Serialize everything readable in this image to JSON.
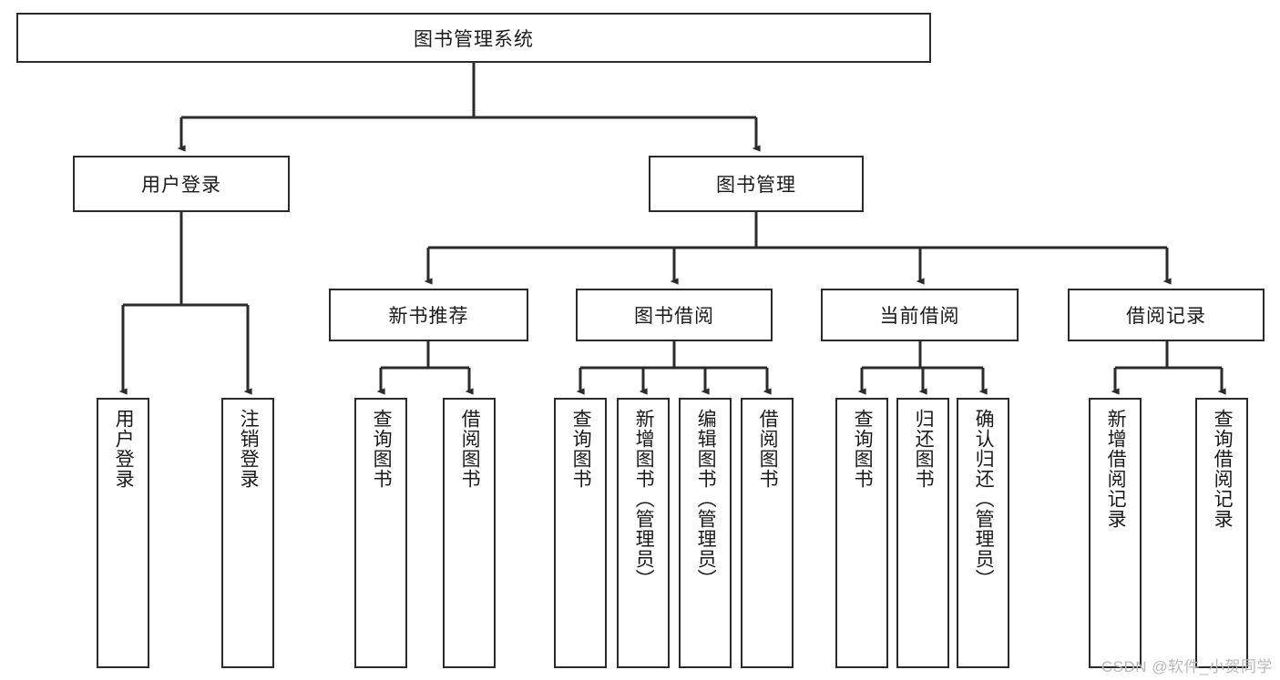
{
  "diagram": {
    "type": "tree-hierarchy",
    "title": "图书管理系统",
    "root": {
      "label": "图书管理系统"
    },
    "level2": [
      {
        "label": "用户登录"
      },
      {
        "label": "图书管理"
      }
    ],
    "level3": [
      {
        "label": "新书推荐"
      },
      {
        "label": "图书借阅"
      },
      {
        "label": "当前借阅"
      },
      {
        "label": "借阅记录"
      }
    ],
    "leaves": {
      "user_login": [
        {
          "label": "用户登录"
        },
        {
          "label": "注销登录"
        }
      ],
      "new_book_recommend": [
        {
          "label": "查询图书"
        },
        {
          "label": "借阅图书"
        }
      ],
      "book_borrow": [
        {
          "label": "查询图书"
        },
        {
          "label": "新增图书（管理员）"
        },
        {
          "label": "编辑图书（管理员）"
        },
        {
          "label": "借阅图书"
        }
      ],
      "current_borrow": [
        {
          "label": "查询图书"
        },
        {
          "label": "归还图书"
        },
        {
          "label": "确认归还（管理员）"
        }
      ],
      "borrow_records": [
        {
          "label": "新增借阅记录"
        },
        {
          "label": "查询借阅记录"
        }
      ]
    }
  },
  "watermark": {
    "text": "CSDN @软件_小贺同学"
  },
  "colors": {
    "stroke": "#2b2b2b",
    "background": "#ffffff",
    "text": "#1a1a1a",
    "watermark": "#b9b9b9"
  }
}
